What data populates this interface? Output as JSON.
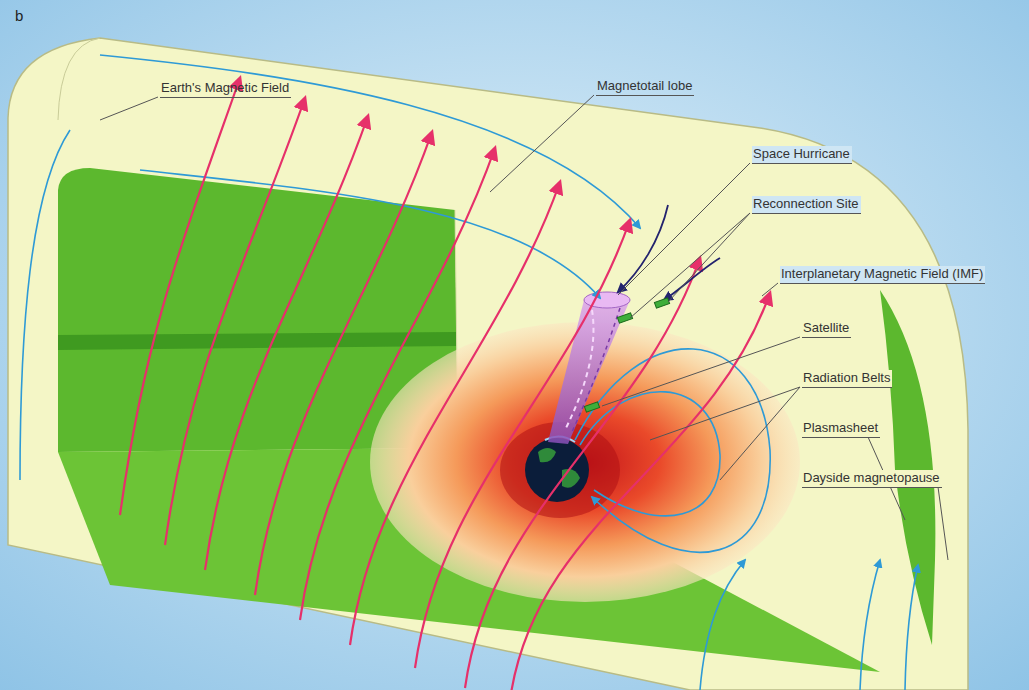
{
  "diagram": {
    "labels": [
      "b",
      "Earth's Magnetic Field",
      "Magnetotail lobe",
      "Space Hurricane",
      "Reconnection Site",
      "Interplanetary Magnetic Field (IMF)",
      "Satellite",
      "Radiation Belts",
      "Plasmasheet",
      "Dayside magnetopause"
    ]
  }
}
